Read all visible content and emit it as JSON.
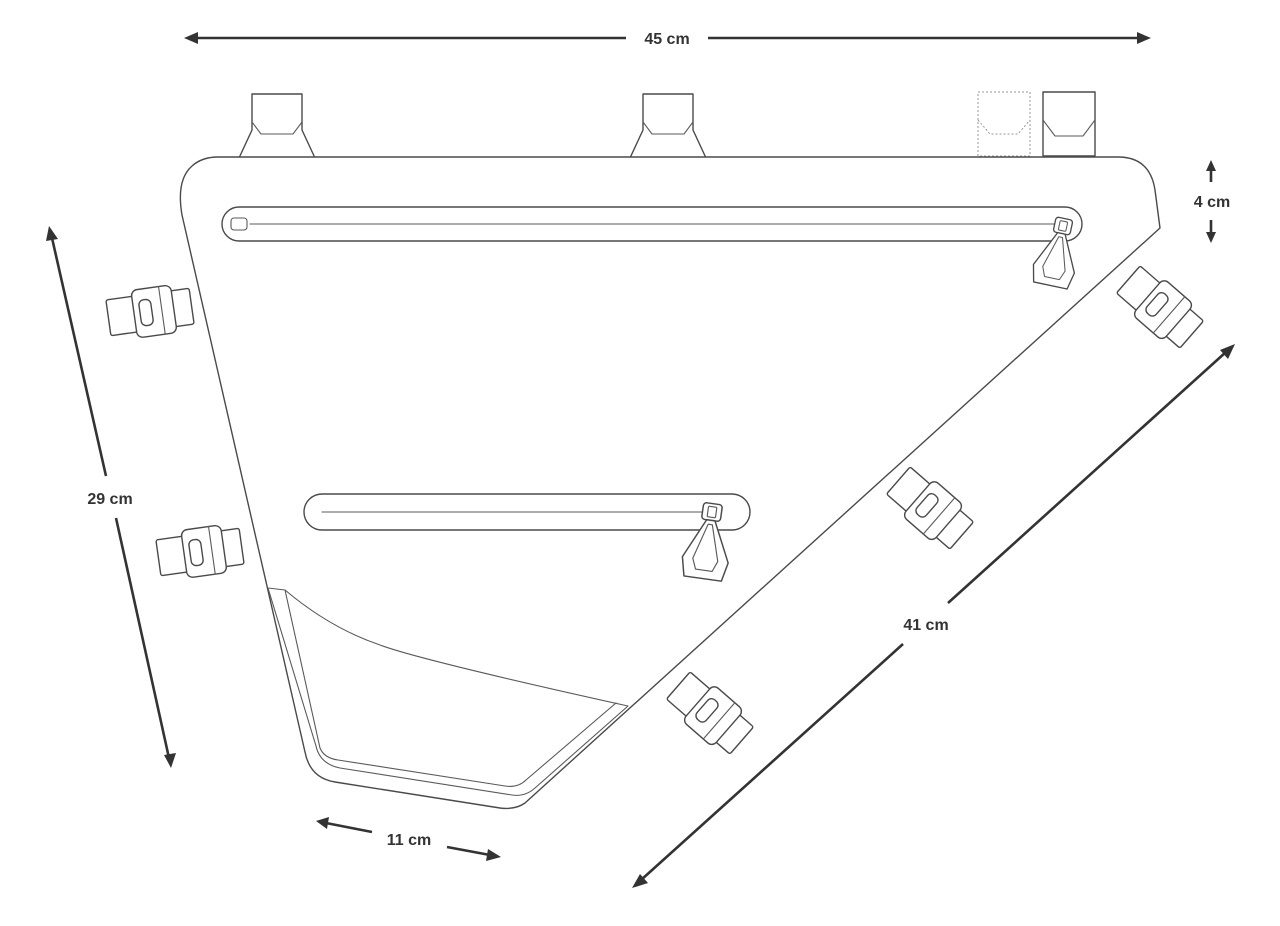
{
  "dimensions": {
    "width_label": "45 cm",
    "top_tube_height_label": "4 cm",
    "seat_tube_label": "29 cm",
    "down_tube_label": "41 cm",
    "bottom_label": "11 cm"
  },
  "colors": {
    "outline": "#4a4a4a",
    "dimension": "#333333",
    "background": "#ffffff"
  },
  "icons": [
    "zipper-pull-icon",
    "strap-buckle-icon",
    "velcro-tab-icon",
    "arrow-icon"
  ]
}
